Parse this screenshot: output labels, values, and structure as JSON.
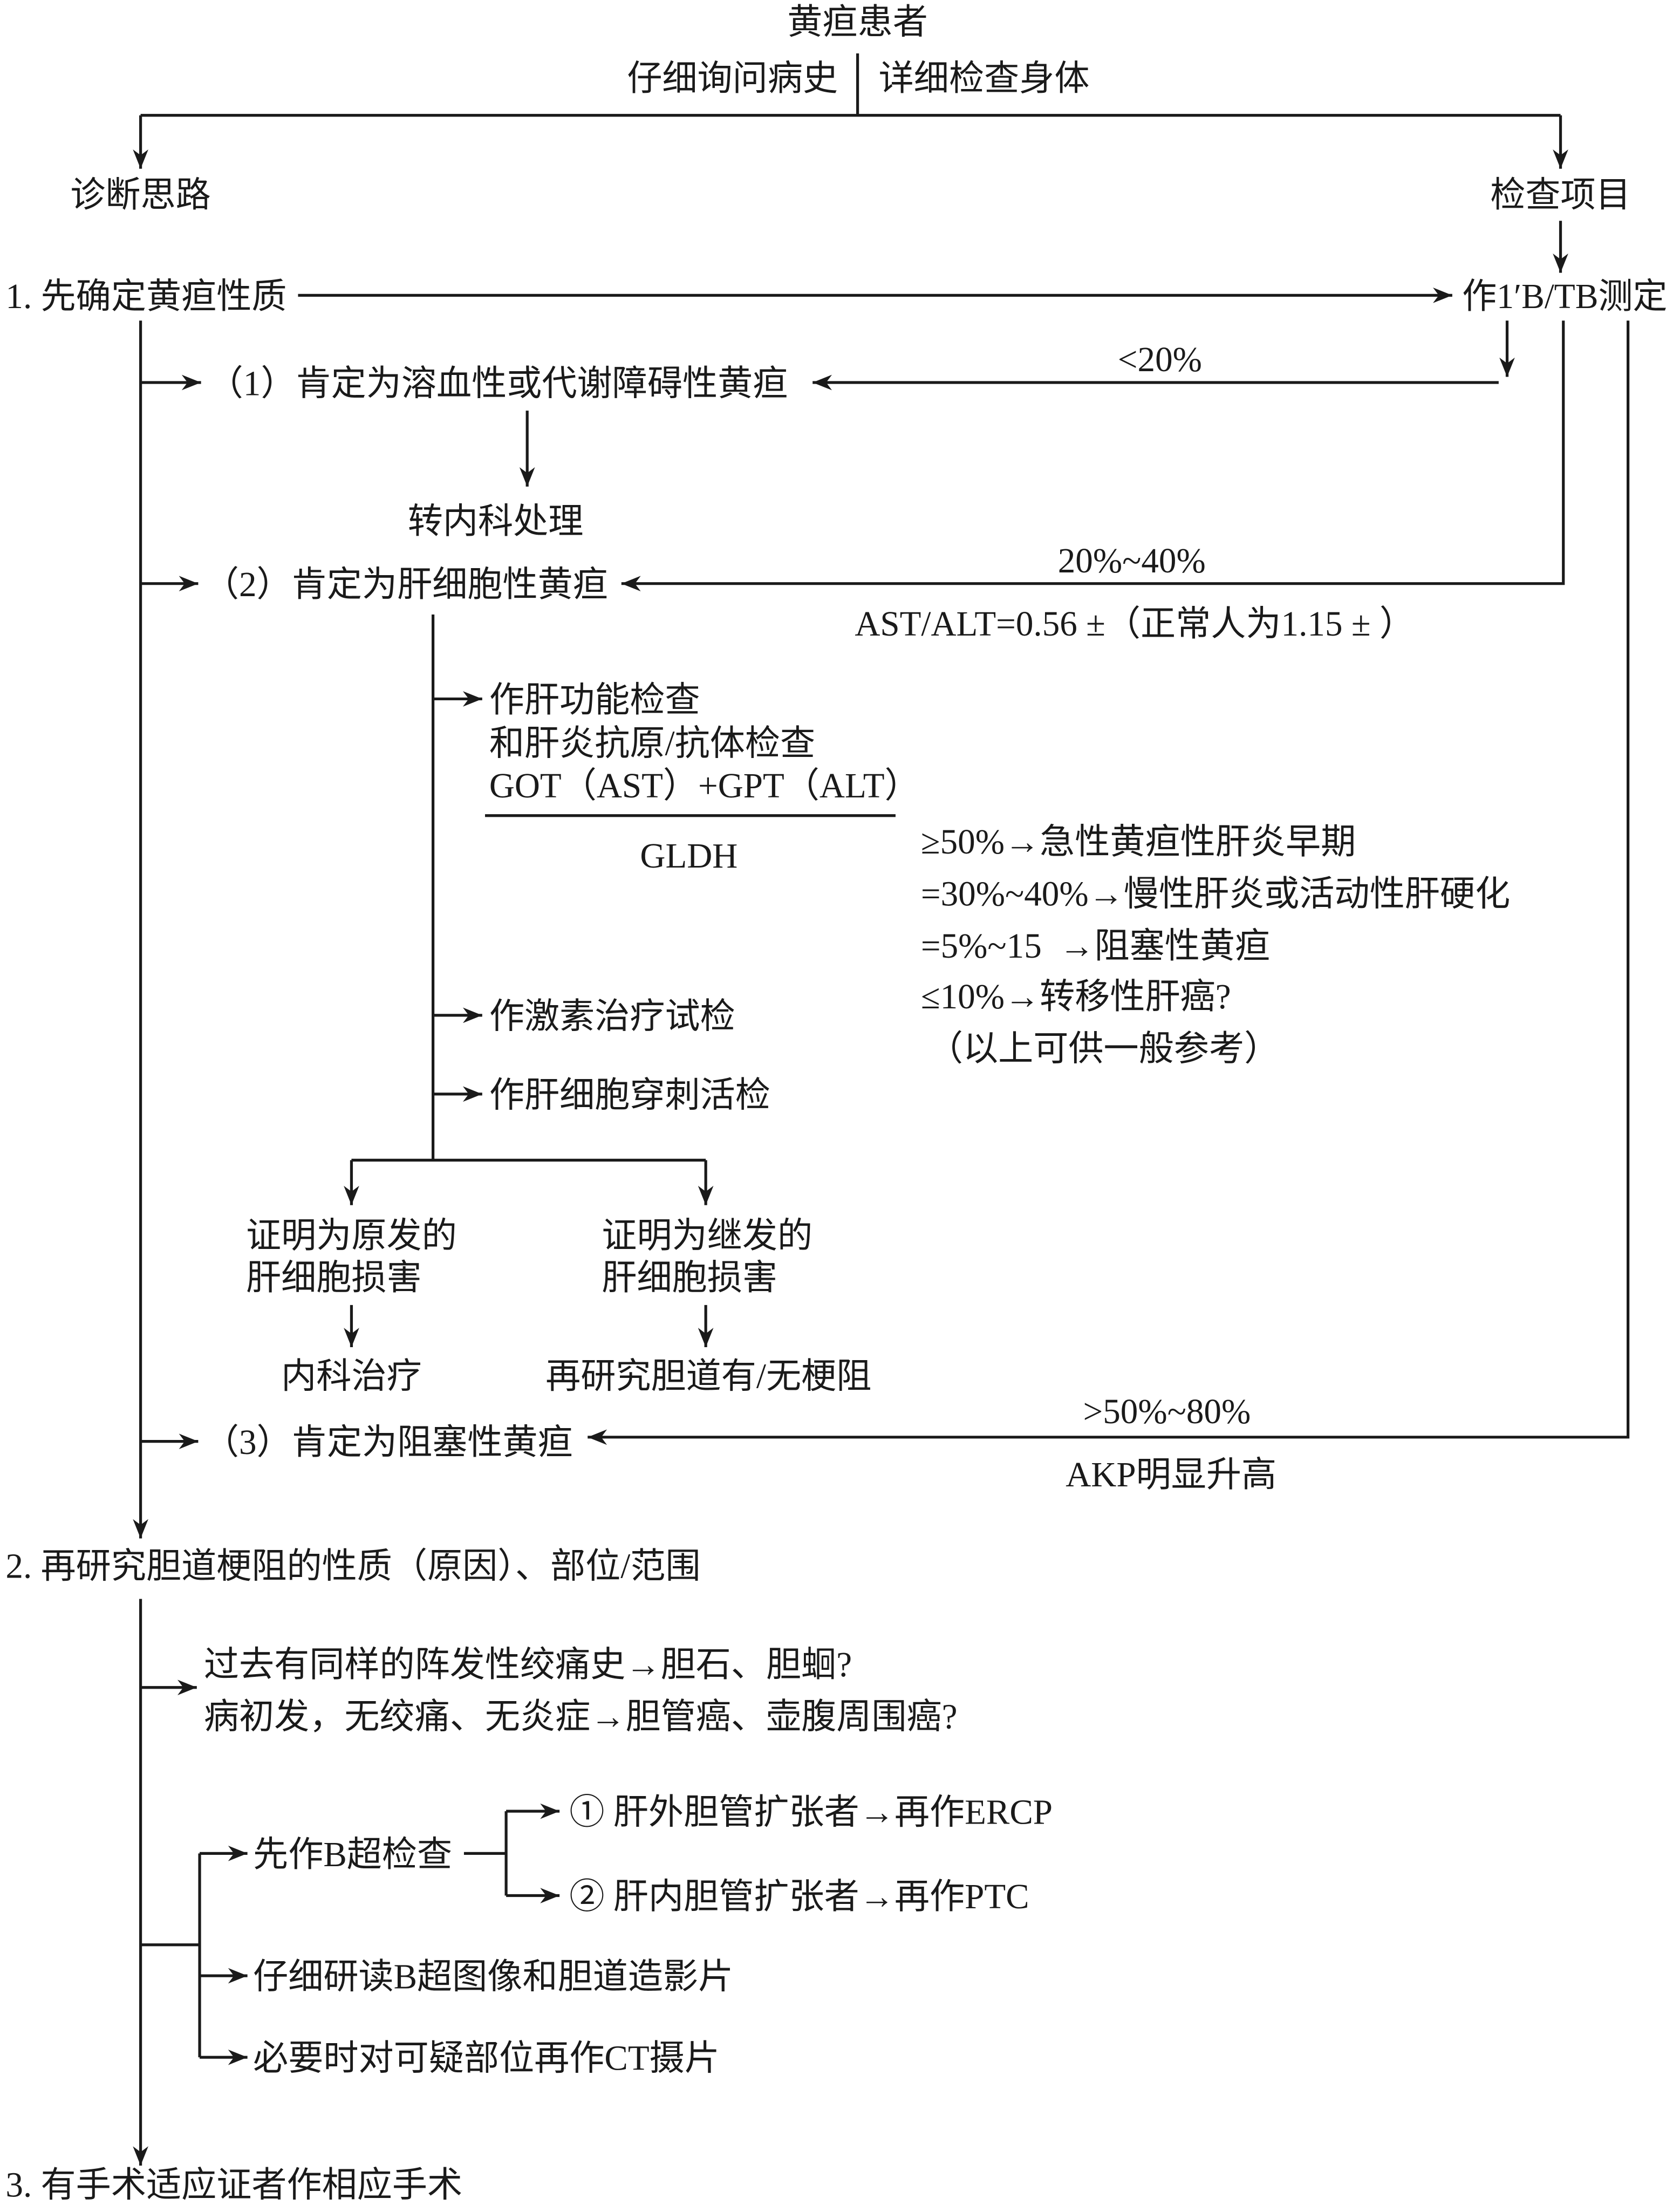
{
  "top": {
    "patient": "黄疸患者",
    "history": "仔细询问病史",
    "exam": "详细检查身体"
  },
  "columns": {
    "diagnosis": "诊断思路",
    "tests": "检查项目"
  },
  "step1": {
    "label": "1. 先确定黄疸性质",
    "test": "作1′B/TB测定",
    "branch1": {
      "label": "（1）肯定为溶血性或代谢障碍性黄疸",
      "ratio": "<20%",
      "next": "转内科处理"
    },
    "branch2": {
      "label": "（2）肯定为肝细胞性黄疸",
      "ratio": "20%~40%",
      "note": "AST/ALT=0.56 ±（正常人为1.15 ± ）",
      "liver_function": [
        "作肝功能检查",
        "和肝炎抗原/抗体检查"
      ],
      "formula": {
        "numerator": "GOT（AST）+GPT（ALT）",
        "denominator": "GLDH"
      },
      "results": [
        "≥50%→急性黄疸性肝炎早期",
        "=30%~40%→慢性肝炎或活动性肝硬化",
        "=5%~15  →阻塞性黄疸",
        "≤10%→转移性肝癌?"
      ],
      "results_note": "（以上可供一般参考）",
      "hormone_test": "作激素治疗试检",
      "biopsy": "作肝细胞穿刺活检",
      "primary": {
        "lines": [
          "证明为原发的",
          "肝细胞损害"
        ],
        "next": "内科治疗"
      },
      "secondary": {
        "lines": [
          "证明为继发的",
          "肝细胞损害"
        ],
        "next": "再研究胆道有/无梗阻"
      }
    },
    "branch3": {
      "label": "（3）肯定为阻塞性黄疸",
      "ratio": ">50%~80%",
      "note": "AKP明显升高"
    }
  },
  "step2": {
    "label": "2. 再研究胆道梗阻的性质（原因）、部位/范围",
    "history_clues": [
      "过去有同样的阵发性绞痛史→胆石、胆蛔?",
      "病初发，无绞痛、无炎症→胆管癌、壶腹周围癌?"
    ],
    "ultrasound": {
      "label": "先作B超检查",
      "outcomes": [
        "① 肝外胆管扩张者→再作ERCP",
        "② 肝内胆管扩张者→再作PTC"
      ]
    },
    "review": "仔细研读B超图像和胆道造影片",
    "ct": "必要时对可疑部位再作CT摄片"
  },
  "step3": {
    "label": "3. 有手术适应证者作相应手术"
  }
}
